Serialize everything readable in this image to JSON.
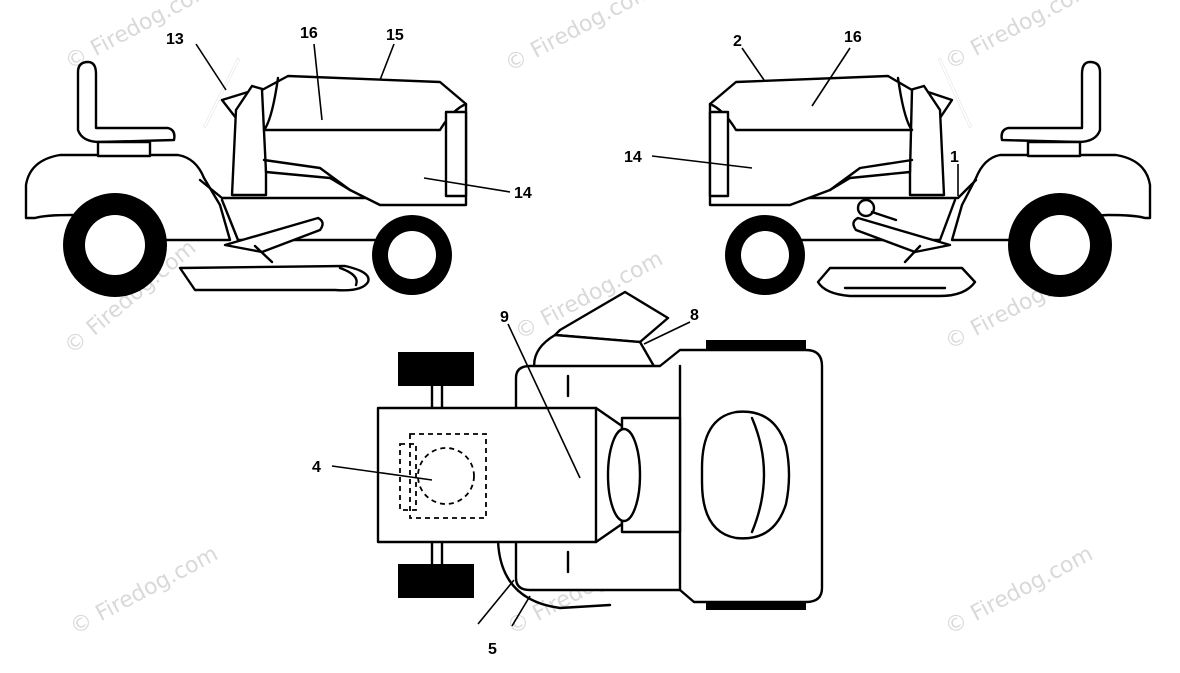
{
  "watermark": "© Firedog.com",
  "callouts": {
    "c13": "13",
    "c16a": "16",
    "c15": "15",
    "c14a": "14",
    "c2": "2",
    "c16b": "16",
    "c14b": "14",
    "c1": "1",
    "c9": "9",
    "c8": "8",
    "c4": "4",
    "c5": "5"
  }
}
